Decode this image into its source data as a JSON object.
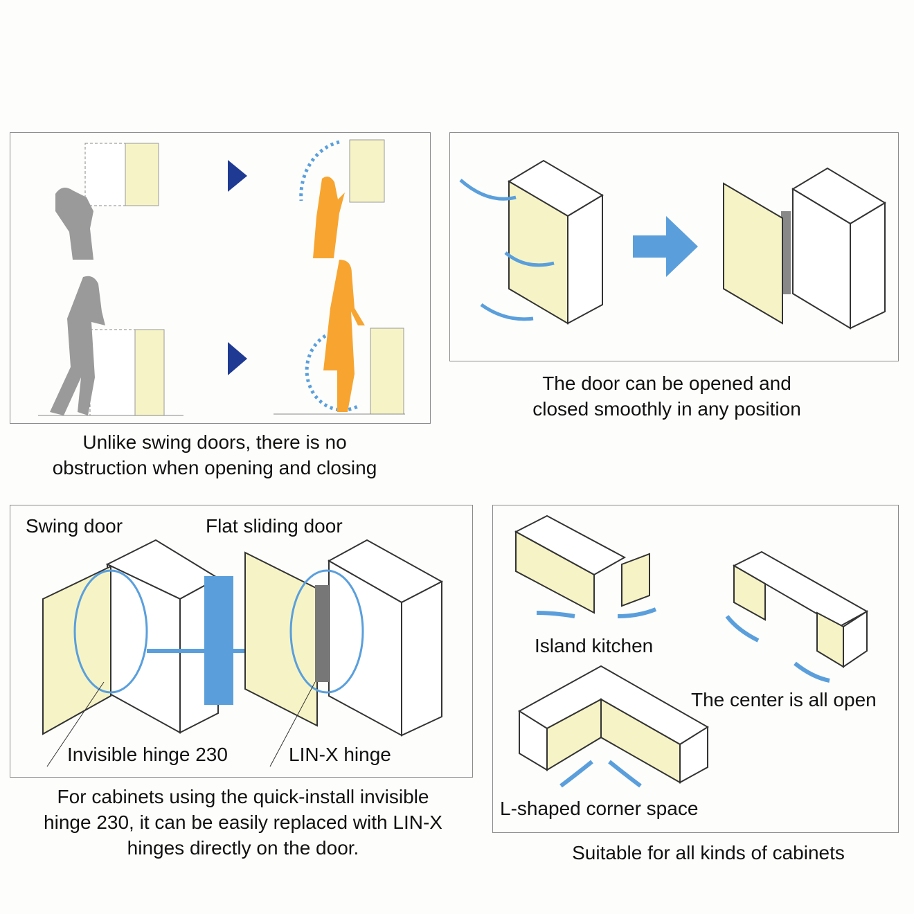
{
  "panels": {
    "swing_vs_sliding": {
      "caption_line1": "Unlike swing doors, there is no",
      "caption_line2": "obstruction when opening and closing"
    },
    "smooth_motion": {
      "caption_line1": "The door can be opened and",
      "caption_line2": "closed smoothly in any position"
    },
    "hinge_replacement": {
      "label_swing": "Swing door",
      "label_flat": "Flat sliding door",
      "label_hinge_230": "Invisible hinge 230",
      "label_linx": "LIN-X hinge",
      "caption_line1": "For cabinets using the quick-install invisible",
      "caption_line2": "hinge 230, it can be easily replaced with LIN-X",
      "caption_line3": "hinges directly on the door."
    },
    "applications": {
      "label_island": "Island kitchen",
      "label_center": "The center is all open",
      "label_lshape": "L-shaped corner space",
      "caption": "Suitable for all kinds of cabinets"
    }
  },
  "colors": {
    "door": "#f6f4c6",
    "arrow": "#5a9fdc",
    "triangle": "#1f3a93",
    "person_gray": "#9a9a9a",
    "person_orange": "#f7a530"
  }
}
